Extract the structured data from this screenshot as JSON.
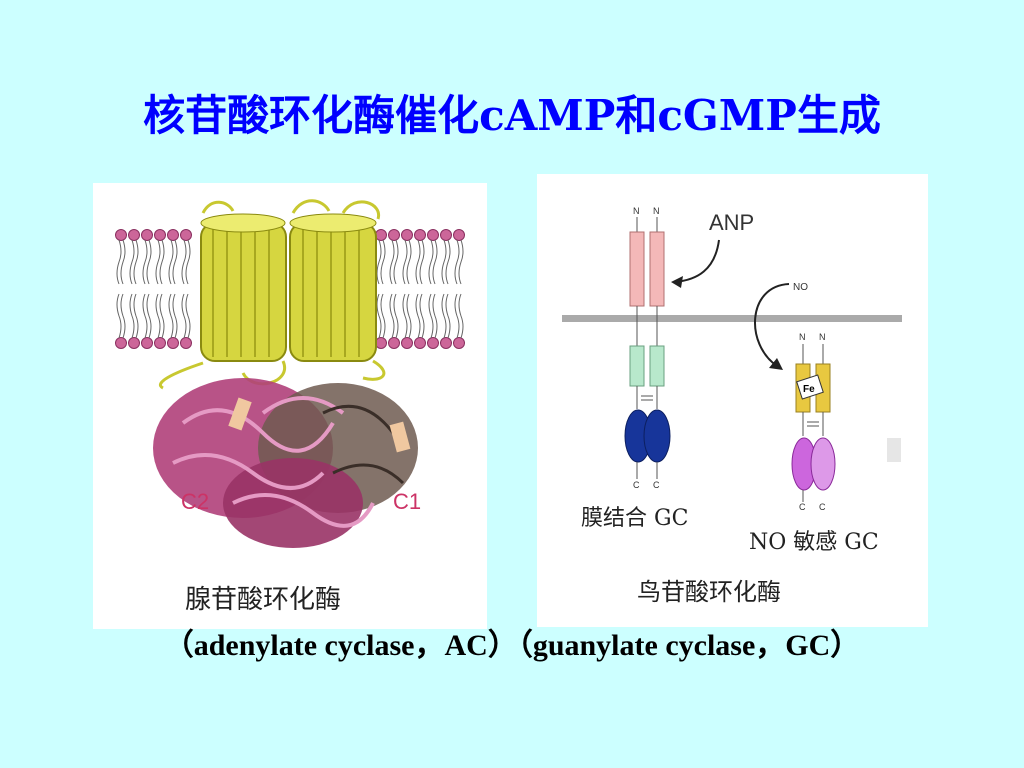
{
  "slide": {
    "title": "核苷酸环化酶催化cAMP和cGMP生成",
    "caption": "（adenylate cyclase，AC）（guanylate cyclase，GC）"
  },
  "ac_panel": {
    "label": "腺苷酸环化酶",
    "c2_label": "C2",
    "c1_label": "C1"
  },
  "gc_panel": {
    "label": "鸟苷酸环化酶",
    "anp_label": "ANP",
    "no_label": "NO",
    "fe_label": "Fe",
    "membrane_gc_label": "膜结合 GC",
    "no_gc_label": "NO 敏感 GC",
    "n_label": "N",
    "c_label": "C"
  },
  "colors": {
    "background": "#ccffff",
    "title": "#0000ff",
    "helix": "#cccc33",
    "protein": "#993366",
    "membrane_head": "#cc6699",
    "anp_receptor_top": "#f4b8b8",
    "anp_receptor_mid": "#b8e8cc",
    "anp_receptor_catalytic": "#1a3a99",
    "no_gc_heme": "#e8c840",
    "no_gc_catalytic": "#cc66dd",
    "membrane_line": "#aaaaaa"
  }
}
